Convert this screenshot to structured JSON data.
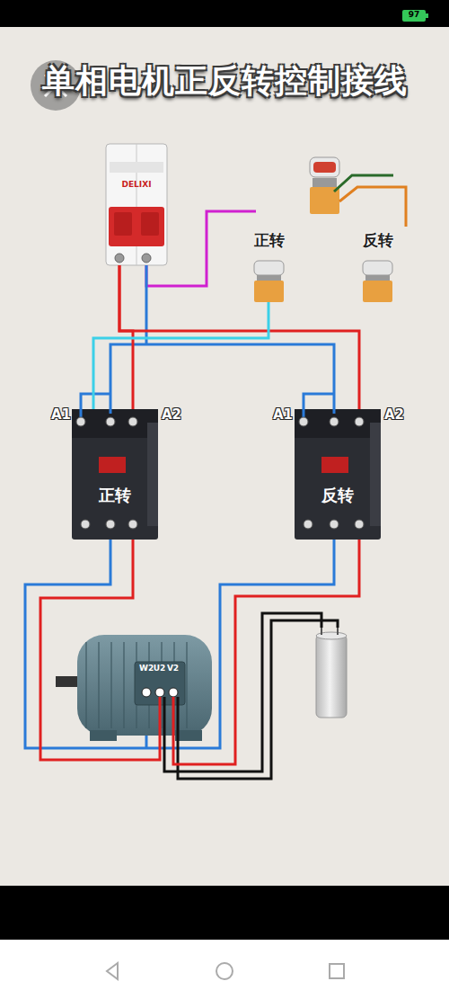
{
  "diagram": {
    "title": "单相电机正反转控制接线",
    "nodes": [
      {
        "text": [
          "DELIXI"
        ]
      },
      {
        "text": [
          "正转"
        ]
      },
      {
        "text": [
          "反转"
        ]
      },
      {
        "text": [
          "正转"
        ]
      },
      {
        "text": [
          "反转"
        ]
      },
      {
        "text": [
          "W2",
          "U2",
          "V2"
        ]
      }
    ],
    "edges": [
      {
        "from": 0,
        "to": 3,
        "arrow": "none"
      },
      {
        "from": 0,
        "to": 4,
        "arrow": "none"
      },
      {
        "from": 1,
        "to": 3,
        "arrow": "none"
      },
      {
        "from": 3,
        "to": 5,
        "arrow": "none"
      },
      {
        "from": 4,
        "to": 5,
        "arrow": "none"
      }
    ],
    "labels": [
      "97",
      "A1",
      "A2",
      "A1",
      "A2"
    ]
  }
}
